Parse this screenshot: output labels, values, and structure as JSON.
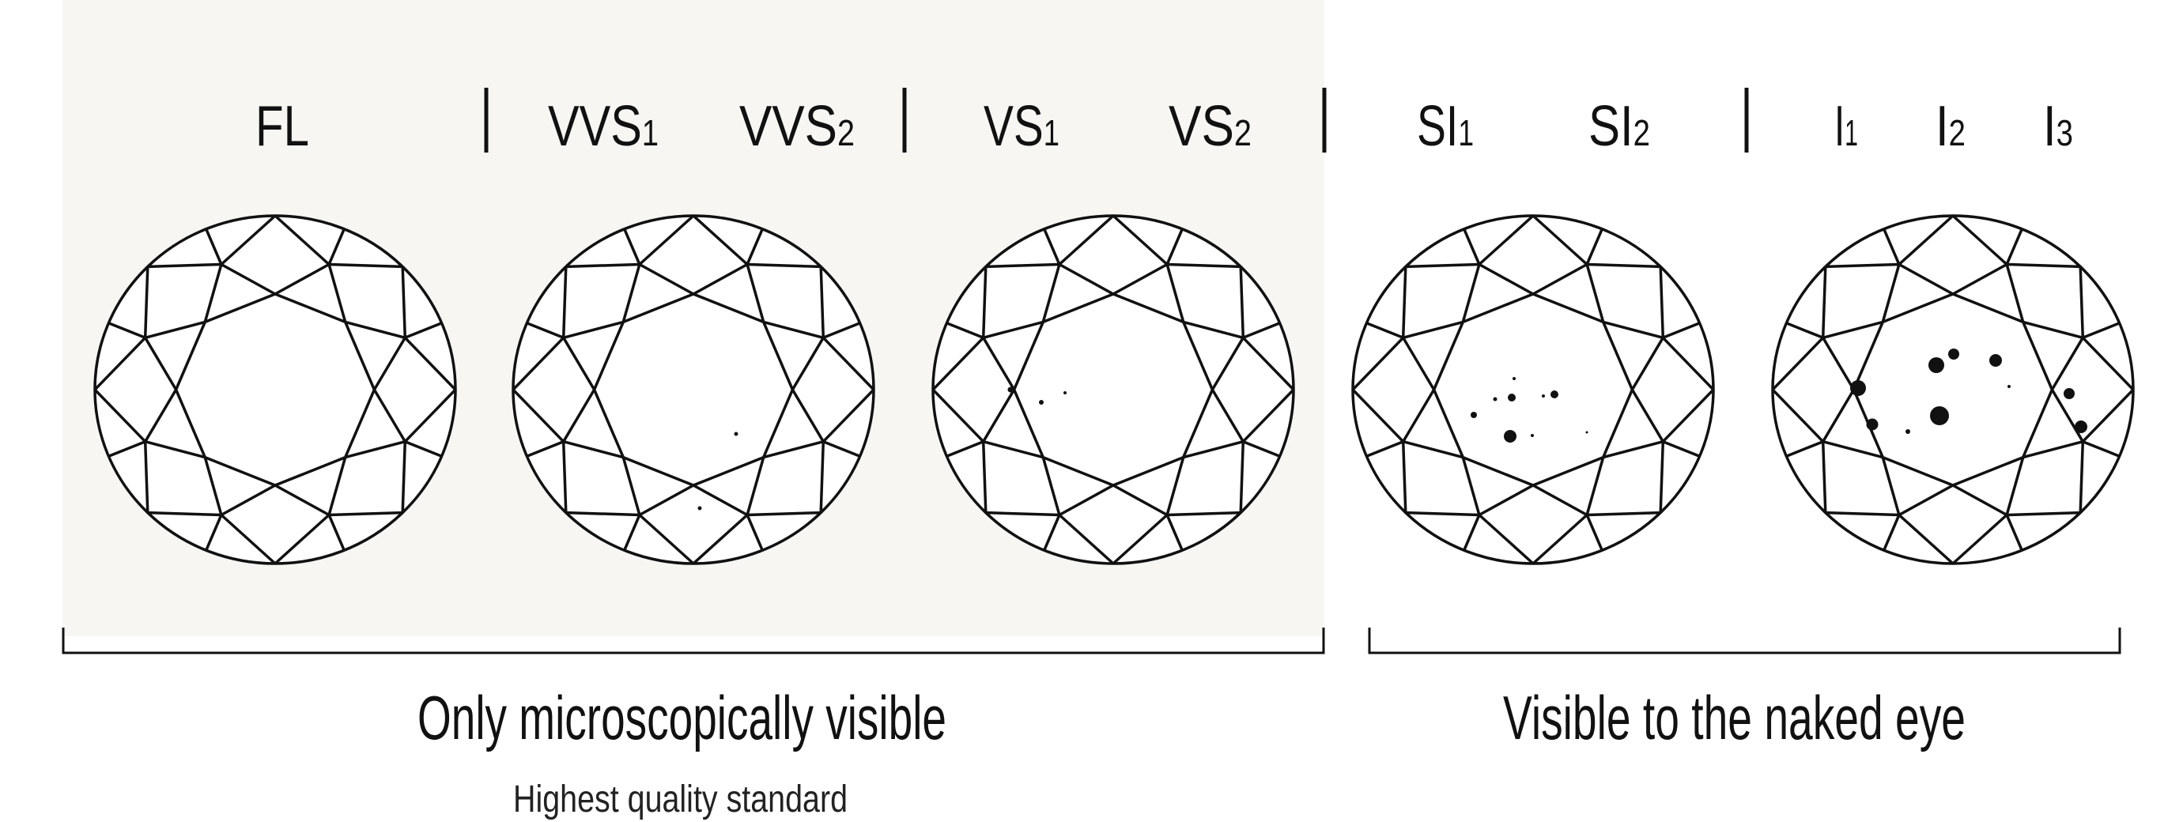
{
  "grades": [
    {
      "main": "FL",
      "sub": ""
    },
    {
      "main": "VVS",
      "sub": "1"
    },
    {
      "main": "VVS",
      "sub": "2"
    },
    {
      "main": "VS",
      "sub": "1"
    },
    {
      "main": "VS",
      "sub": "2"
    },
    {
      "main": "SI",
      "sub": "1"
    },
    {
      "main": "SI",
      "sub": "2"
    },
    {
      "main": "I",
      "sub": "1"
    },
    {
      "main": "I",
      "sub": "2"
    },
    {
      "main": "I",
      "sub": "3"
    }
  ],
  "groups": {
    "left": {
      "title": "Only microscopically visible",
      "subtitle": "Highest quality standard"
    },
    "right": {
      "title": "Visible to the naked eye"
    }
  },
  "colors": {
    "panel": "#f7f6f3",
    "ink": "#111111"
  }
}
